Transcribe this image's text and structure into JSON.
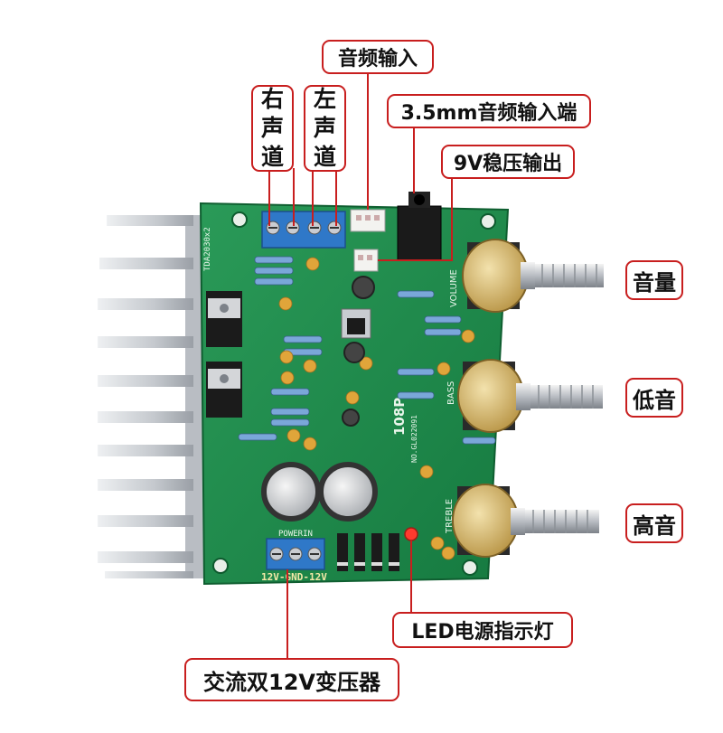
{
  "labels": {
    "audio_input": "音频输入",
    "right_channel": [
      "右",
      "声",
      "道"
    ],
    "left_channel": [
      "左",
      "声",
      "道"
    ],
    "jack_input": "3.5mm音频输入端",
    "regulated_output": "9V稳压输出",
    "volume": "音量",
    "bass": "低音",
    "treble": "高音",
    "led_indicator": "LED电源指示灯",
    "transformer": "交流双12V变压器"
  },
  "board": {
    "model": "108P",
    "serial": "NO.GL022091",
    "pot_labels": [
      "VOLUME",
      "BASS",
      "TREBLE"
    ],
    "power_terminal_label": "12V-GND-12V",
    "power_header": "POWERIN",
    "ic_label": "TDA2030x2"
  },
  "colors": {
    "pcb_green": "#1f8a4c",
    "label_border": "#c81e1e",
    "pointer_line": "#c81e1e",
    "terminal_blue": "#2f78c8",
    "heatsink": "#c9ccd1",
    "pot_gold": "#d9b968"
  }
}
